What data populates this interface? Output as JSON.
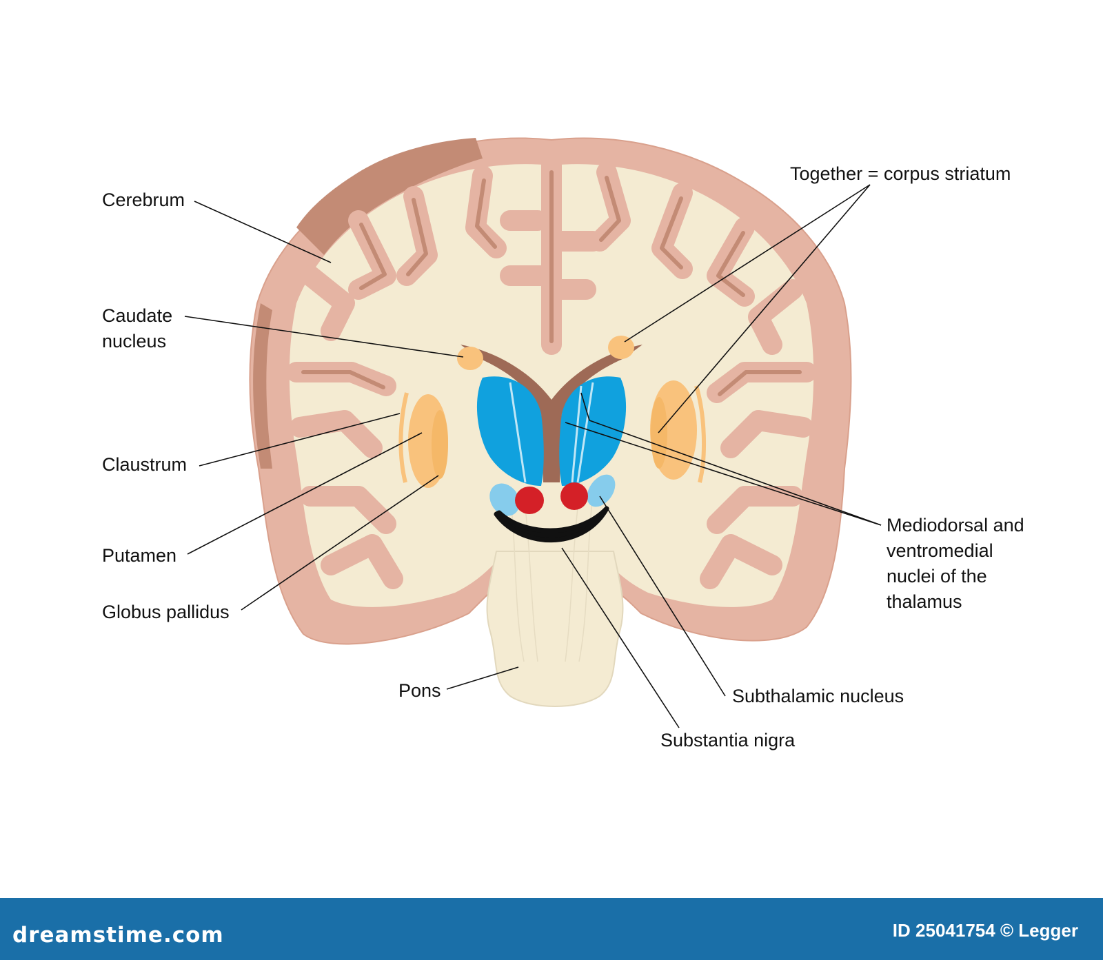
{
  "labels": {
    "cerebrum": "Cerebrum",
    "caudate": "Caudate\nnucleus",
    "claustrum": "Claustrum",
    "putamen": "Putamen",
    "globus_pallidus": "Globus pallidus",
    "pons": "Pons",
    "corpus_striatum": "Together = corpus striatum",
    "thalamus_nuclei": "Mediodorsal and\nventromedial\nnuclei of the\nthalamus",
    "subthalamic": "Subthalamic nucleus",
    "substantia_nigra": "Substantia nigra"
  },
  "footer": {
    "brand": "dreamstime.com",
    "credit": "ID 25041754 © Legger"
  },
  "colors": {
    "cortex": "#e5b4a3",
    "cortex_dark": "#bf8671",
    "white_matter": "#f4ebd2",
    "basal_ganglia": "#f9c27c",
    "thalamus": "#10a1de",
    "thalamus_light": "#86ccec",
    "red_nucleus": "#d42027",
    "ventricle": "#9e6a56",
    "footer": "#1a6fa8"
  }
}
